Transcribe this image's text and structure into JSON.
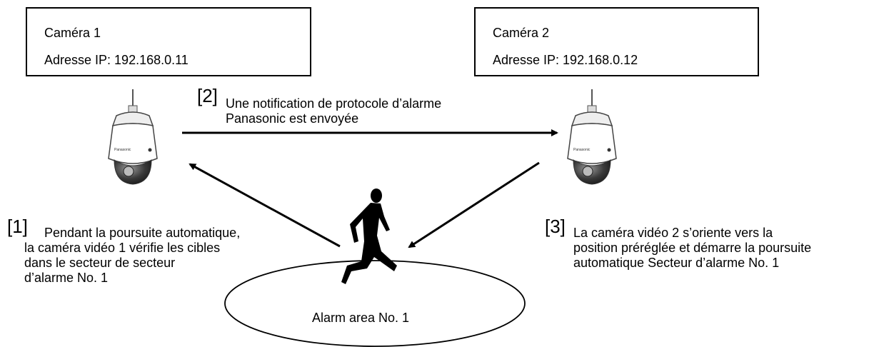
{
  "camera1": {
    "name": "Caméra 1",
    "ip": "Adresse IP: 192.168.0.11"
  },
  "camera2": {
    "name": "Caméra 2",
    "ip": "Adresse IP: 192.168.0.12"
  },
  "camera_brand": "Panasonic",
  "steps": [
    {
      "number": "[1]",
      "lines": [
        "Pendant la poursuite automatique,",
        "la caméra vidéo 1 vérifie les cibles",
        "dans le secteur de secteur",
        "d’alarme No. 1"
      ]
    },
    {
      "number": "[2]",
      "lines": [
        "Une notification de protocole d’alarme",
        "Panasonic est envoyée"
      ]
    },
    {
      "number": "[3]",
      "lines": [
        "La caméra vidéo 2 s’oriente vers la",
        "position préréglée et démarre la poursuite",
        "automatique Secteur d’alarme No. 1"
      ]
    }
  ],
  "alarm_area": {
    "label": "Alarm area No. 1"
  }
}
